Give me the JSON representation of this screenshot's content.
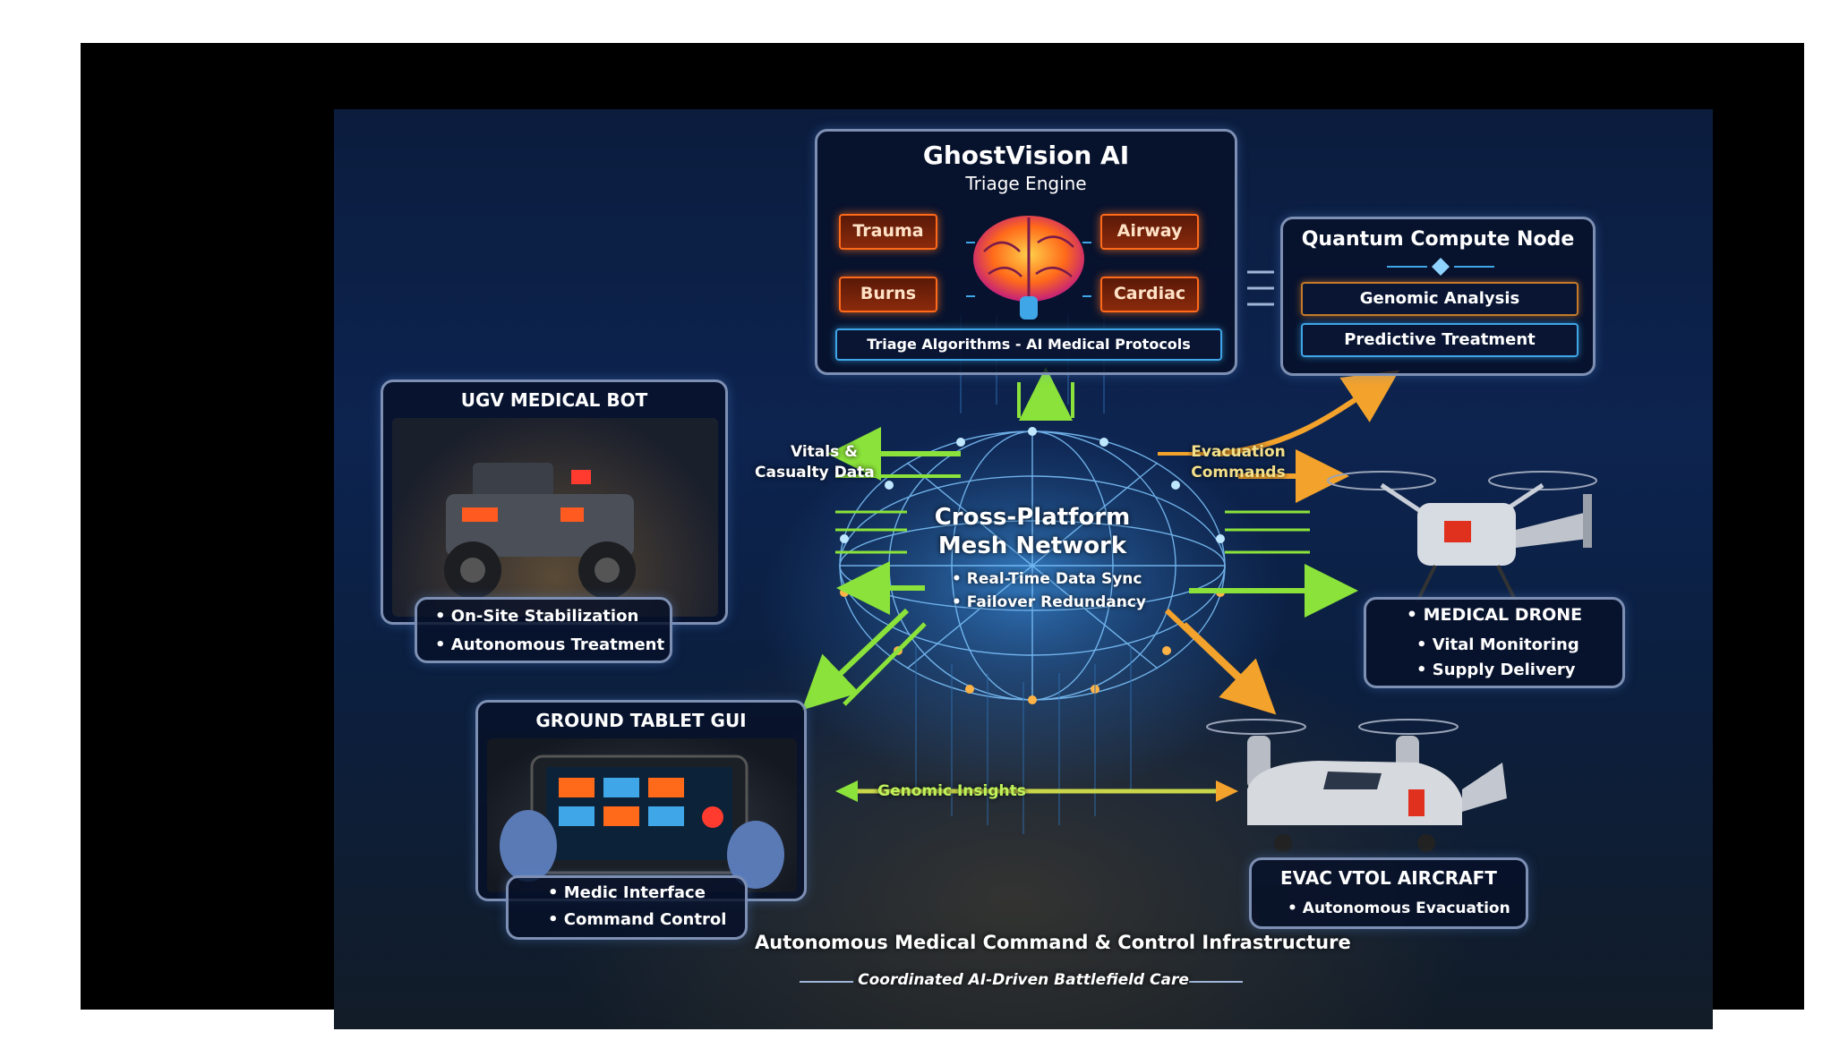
{
  "engine": {
    "title": "GhostVision AI",
    "subtitle": "Triage Engine",
    "tags": [
      "Trauma",
      "Airway",
      "Burns",
      "Cardiac"
    ],
    "footer": "Triage Algorithms - AI Medical Protocols"
  },
  "quantum": {
    "title": "Quantum Compute Node",
    "items": [
      "Genomic Analysis",
      "Predictive Treatment"
    ]
  },
  "ugv": {
    "title": "UGV MEDICAL BOT",
    "bullets": [
      "• On-Site Stabilization",
      "• Autonomous Treatment"
    ]
  },
  "mesh": {
    "title_line1": "Cross-Platform",
    "title_line2": "Mesh Network",
    "bullets": [
      "• Real-Time Data Sync",
      "• Failover Redundancy"
    ]
  },
  "drone": {
    "title": "• MEDICAL DRONE",
    "bullets": [
      "• Vital Monitoring",
      "• Supply Delivery"
    ]
  },
  "tablet": {
    "title": "GROUND TABLET GUI",
    "bullets": [
      "• Medic Interface",
      "• Command Control"
    ]
  },
  "vtol": {
    "title": "EVAC VTOL AIRCRAFT",
    "bullets": [
      "• Autonomous Evacuation"
    ]
  },
  "flows": {
    "vitals_line1": "Vitals &",
    "vitals_line2": "Casualty Data",
    "evac_line1": "Evacuation",
    "evac_line2": "Commands",
    "genomic": "Genomic Insights"
  },
  "caption": {
    "title": "Autonomous Medical Command & Control Infrastructure",
    "subtitle": "Coordinated AI-Driven Battlefield Care"
  },
  "colors": {
    "flow_green": "#8be23a",
    "flow_orange": "#f3a22c",
    "tag_orange": "#ff6a1a",
    "panel_border": "#7d8fb3",
    "background": "#0d2450"
  }
}
